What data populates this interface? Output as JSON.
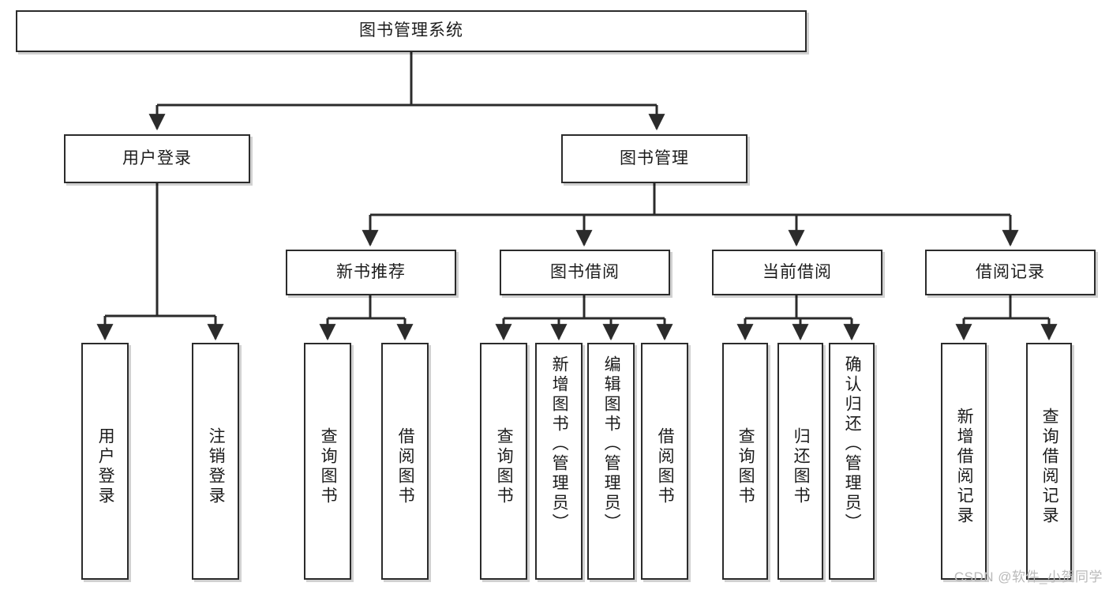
{
  "diagram": {
    "type": "tree-hierarchy",
    "title": "图书管理系统",
    "watermark": "CSDN @软件_小贺同学",
    "theme": {
      "background": "#ffffff",
      "box_border": "#2b2b2b",
      "box_fill": "#ffffff",
      "text": "#1c1c1c",
      "connector": "#2b2b2b",
      "watermark_color": "#b9b9b9"
    },
    "levels": [
      {
        "level": 1,
        "label": "root"
      },
      {
        "level": 2,
        "label": "modules"
      },
      {
        "level": 3,
        "label": "sub-modules"
      },
      {
        "level": 4,
        "label": "functions"
      }
    ],
    "nodes": {
      "root": {
        "id": "root",
        "label": "图书管理系统",
        "level": 1,
        "orientation": "horizontal"
      },
      "l2": [
        {
          "id": "user-login",
          "label": "用户登录",
          "level": 2,
          "orientation": "horizontal"
        },
        {
          "id": "book-manage",
          "label": "图书管理",
          "level": 2,
          "orientation": "horizontal"
        }
      ],
      "l3": [
        {
          "id": "new-book-rec",
          "label": "新书推荐",
          "level": 3,
          "orientation": "horizontal",
          "parent": "book-manage"
        },
        {
          "id": "book-borrow",
          "label": "图书借阅",
          "level": 3,
          "orientation": "horizontal",
          "parent": "book-manage"
        },
        {
          "id": "current-borrow",
          "label": "当前借阅",
          "level": 3,
          "orientation": "horizontal",
          "parent": "book-manage"
        },
        {
          "id": "borrow-record",
          "label": "借阅记录",
          "level": 3,
          "orientation": "horizontal",
          "parent": "book-manage"
        }
      ],
      "leaves": [
        {
          "id": "leaf-user-login",
          "label": "用户登录",
          "parent": "user-login",
          "orientation": "vertical"
        },
        {
          "id": "leaf-logout",
          "label": "注销登录",
          "parent": "user-login",
          "orientation": "vertical"
        },
        {
          "id": "leaf-rec-query-book",
          "label": "查询图书",
          "parent": "new-book-rec",
          "orientation": "vertical"
        },
        {
          "id": "leaf-rec-borrow-book",
          "label": "借阅图书",
          "parent": "new-book-rec",
          "orientation": "vertical"
        },
        {
          "id": "leaf-borrow-query-book",
          "label": "查询图书",
          "parent": "book-borrow",
          "orientation": "vertical"
        },
        {
          "id": "leaf-add-book",
          "label": "新增图书（管理员）",
          "parent": "book-borrow",
          "orientation": "vertical"
        },
        {
          "id": "leaf-edit-book",
          "label": "编辑图书（管理员）",
          "parent": "book-borrow",
          "orientation": "vertical"
        },
        {
          "id": "leaf-borrow-book",
          "label": "借阅图书",
          "parent": "book-borrow",
          "orientation": "vertical"
        },
        {
          "id": "leaf-cur-query-book",
          "label": "查询图书",
          "parent": "current-borrow",
          "orientation": "vertical"
        },
        {
          "id": "leaf-return-book",
          "label": "归还图书",
          "parent": "current-borrow",
          "orientation": "vertical"
        },
        {
          "id": "leaf-confirm-return",
          "label": "确认归还（管理员）",
          "parent": "current-borrow",
          "orientation": "vertical"
        },
        {
          "id": "leaf-add-record",
          "label": "新增借阅记录",
          "parent": "borrow-record",
          "orientation": "vertical"
        },
        {
          "id": "leaf-query-record",
          "label": "查询借阅记录",
          "parent": "borrow-record",
          "orientation": "vertical"
        }
      ]
    }
  }
}
